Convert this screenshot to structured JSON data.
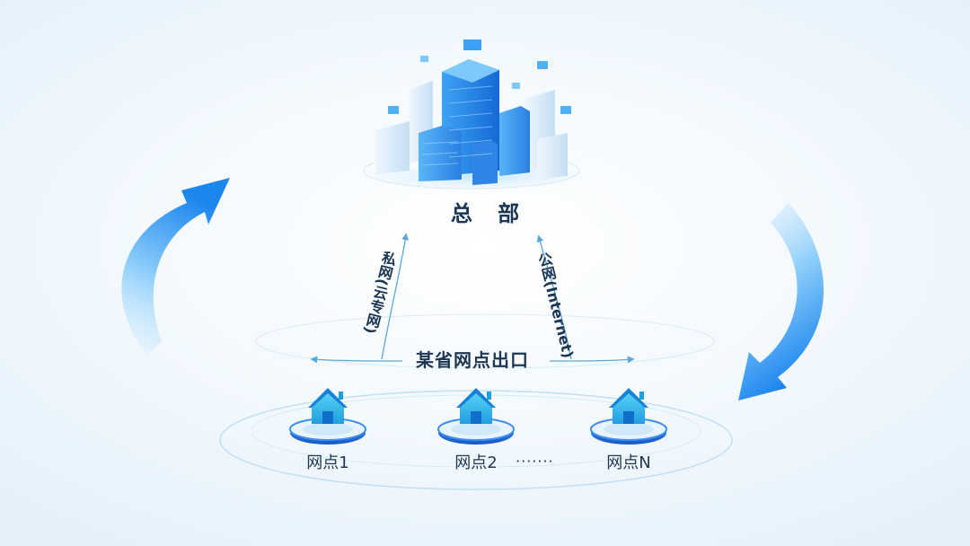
{
  "headquarters": {
    "label": "总 部"
  },
  "province_exit": {
    "label": "某省网点出口"
  },
  "links": {
    "private": "私网(云专网)",
    "public": "公网(Internet)"
  },
  "nodes": [
    {
      "label": "网点1"
    },
    {
      "label": "网点2"
    },
    {
      "label": "网点N"
    }
  ],
  "ellipsis": "·······",
  "colors": {
    "accent": "#1e8ef0",
    "accent_light": "#8fd0ff",
    "text": "#1d3653",
    "line": "#5aa8e0"
  },
  "icons": [
    "office-buildings-icon",
    "house-icon",
    "curved-arrow-icon"
  ]
}
